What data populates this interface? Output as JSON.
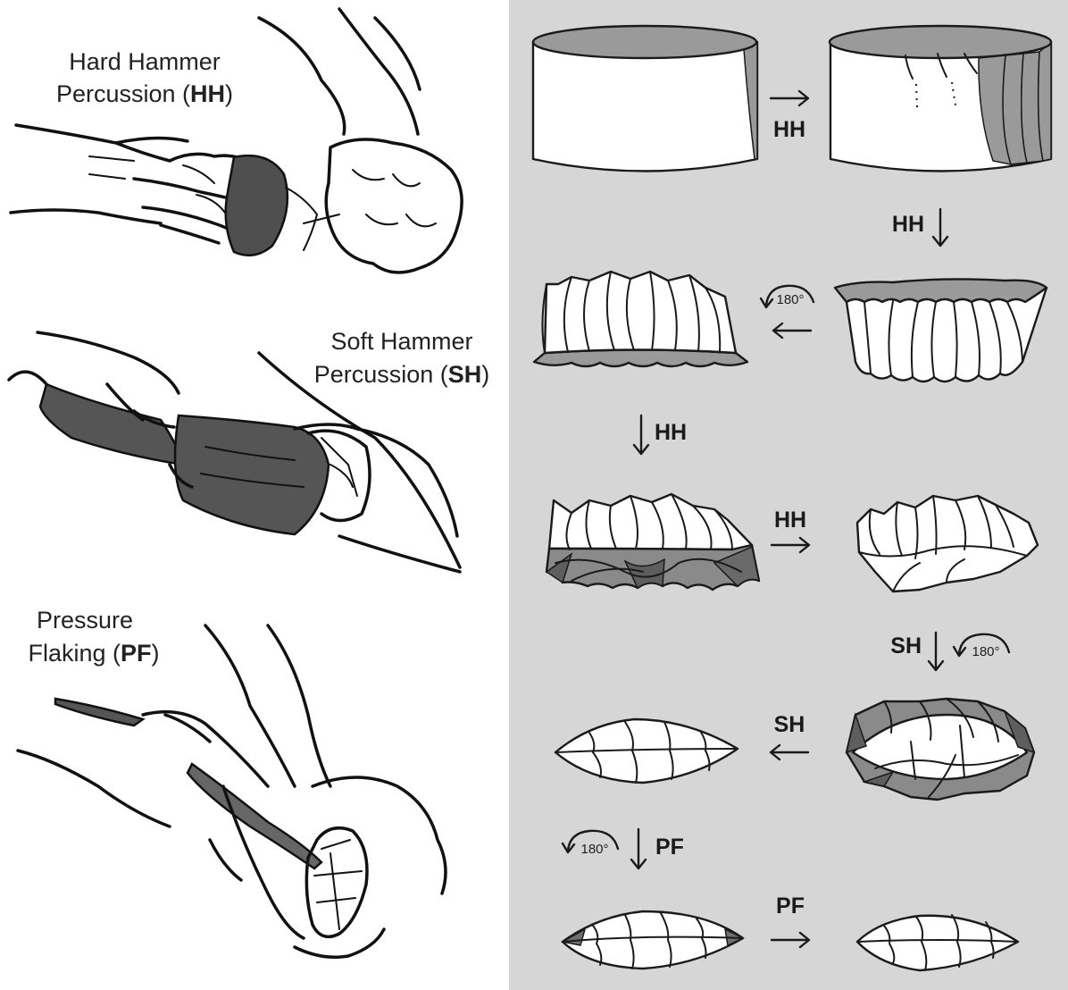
{
  "techniques": [
    {
      "line1": "Hard Hammer",
      "line2_prefix": "Percussion (",
      "abbr": "HH",
      "line2_suffix": ")"
    },
    {
      "line1": "Soft Hammer",
      "line2_prefix": "Percussion (",
      "abbr": "SH",
      "line2_suffix": ")"
    },
    {
      "line1": "Pressure",
      "line2_prefix": "Flaking (",
      "abbr": "PF",
      "line2_suffix": ")"
    }
  ],
  "steps": {
    "s1": "HH",
    "s2": "HH",
    "s3": "HH",
    "s4": "HH",
    "s5": "SH",
    "s6": "SH",
    "s7": "PF",
    "s8": "PF"
  },
  "rotation_label": "180°",
  "colors": {
    "panel_background": "#d6d6d6",
    "flake_scar_gray": "#9a9a9a",
    "dark_scar_gray": "#6f6f6f",
    "tool_gray": "#555555",
    "line": "#1a1a1a"
  }
}
